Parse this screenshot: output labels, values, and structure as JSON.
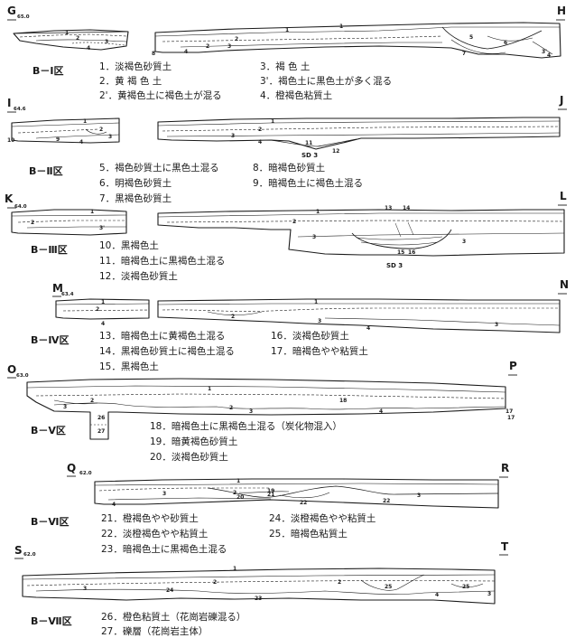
{
  "sections": {
    "b1": {
      "label": "B－Ⅰ区",
      "points": {
        "left": "G",
        "left_elev": "65.0",
        "right": "H"
      },
      "legend": [
        "1．淡褐色砂質土",
        "2．黄 褐 色 土",
        "2'．黄褐色土に褐色土が混る",
        "3．褐 色 土",
        "3'．褐色土に黒色土が多く混る",
        "4．橙褐色粘質土"
      ],
      "layer_nums": [
        "1",
        "2",
        "3",
        "4",
        "1",
        "2",
        "3",
        "4",
        "5",
        "6",
        "7",
        "8",
        "3'",
        "4",
        "1",
        "2"
      ]
    },
    "b2": {
      "label": "B－Ⅱ区",
      "points": {
        "left": "I",
        "left_elev": "64.6",
        "right": "J"
      },
      "legend": [
        "5．褐色砂質土に黒色土混る",
        "6．明褐色砂質土",
        "7．黒褐色砂質土",
        "8．暗褐色砂質土",
        "9．暗褐色土に褐色土混る"
      ],
      "layer_nums": [
        "1",
        "2",
        "3",
        "4",
        "9",
        "10",
        "1",
        "2",
        "3",
        "4",
        "11",
        "12"
      ],
      "feature": "SD 3"
    },
    "b3": {
      "label": "B－Ⅲ区",
      "points": {
        "left": "K",
        "left_elev": "64.0",
        "right": "L"
      },
      "legend": [
        "10．黒褐色土",
        "11．暗褐色土に黒褐色土混る",
        "12．淡褐色砂質土"
      ],
      "layer_nums": [
        "1",
        "2",
        "3'",
        "1",
        "2",
        "3",
        "13",
        "14",
        "15",
        "16",
        "3"
      ],
      "feature": "SD 3"
    },
    "b4": {
      "label": "B－Ⅳ区",
      "points": {
        "left": "M",
        "left_elev": "63.4",
        "right": "N"
      },
      "legend": [
        "13．暗褐色土に黄褐色土混る",
        "14．黒褐色砂質土に褐色土混る",
        "15．黒褐色土",
        "16．淡褐色砂質土",
        "17．暗褐色やや粘質土"
      ],
      "layer_nums": [
        "1",
        "2",
        "4",
        "1",
        "2",
        "3",
        "4",
        "3"
      ]
    },
    "b5": {
      "label": "B－Ⅴ区",
      "points": {
        "left": "O",
        "left_elev": "63.0",
        "right": "P"
      },
      "legend": [
        "18．暗褐色土に黒褐色土混る（炭化物混入）",
        "19．暗黄褐色砂質土",
        "20．淡褐色砂質土"
      ],
      "layer_nums": [
        "1",
        "2",
        "3",
        "18",
        "17",
        "2",
        "3",
        "4",
        "17",
        "26",
        "27"
      ]
    },
    "b6": {
      "label": "B－Ⅵ区",
      "points": {
        "left": "Q",
        "left_elev": "62.0",
        "right": "R"
      },
      "legend": [
        "21．橙褐色やや砂質土",
        "22．淡橙褐色やや粘質土",
        "23．暗褐色土に黒褐色土混る",
        "24．淡橙褐色やや粘質土",
        "25．暗褐色粘質土"
      ],
      "layer_nums": [
        "1",
        "2",
        "3",
        "4",
        "19",
        "20",
        "21",
        "22",
        "22",
        "3"
      ]
    },
    "b7": {
      "label": "B－Ⅶ区",
      "points": {
        "left": "S",
        "left_elev": "62.0",
        "right": "T"
      },
      "legend": [
        "26．橙色粘質土（花崗岩礫混る）",
        "27．礫層（花崗岩主体）"
      ],
      "layer_nums": [
        "1",
        "2",
        "3",
        "24",
        "23",
        "4",
        "25",
        "2",
        "25",
        "3"
      ]
    }
  }
}
